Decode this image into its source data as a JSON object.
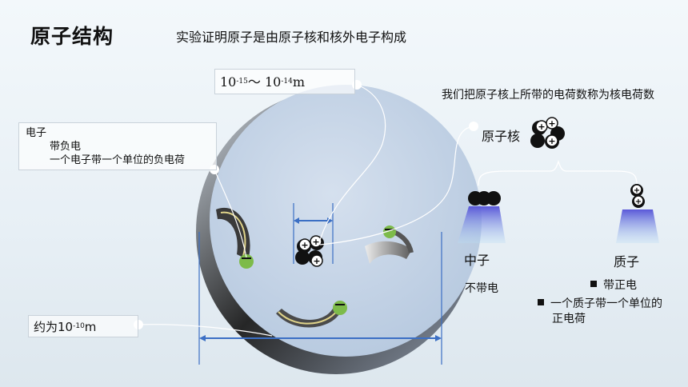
{
  "title": "原子结构",
  "subtitle": "实验证明原子是由原子核和核外电子构成",
  "nucleus_size": {
    "prefix": "10",
    "exp1": "-15",
    "mid": "～ 10",
    "exp2": "-14",
    "unit": "m"
  },
  "electron": {
    "label": "电子",
    "line1": "带负电",
    "line2": "一个电子带一个单位的负电荷"
  },
  "atom_size": {
    "prefix": "约为10",
    "exp": "-10",
    "unit": "m"
  },
  "nuclear_charge_definition": "我们把原子核上所带的电荷数称为核电荷数",
  "nucleus_label": "原子核",
  "neutron": {
    "label": "中子",
    "desc": "不带电"
  },
  "proton": {
    "label": "质子",
    "bullet1": "带正电",
    "bullet2a": "一个质子带一个单位的",
    "bullet2b": "正电荷"
  },
  "colors": {
    "atom": "#bfd0e4",
    "orbit": "#2e2e2e",
    "electron": "#7dbb4a",
    "arrow": "#3b6fc4",
    "particle": "#111111"
  }
}
